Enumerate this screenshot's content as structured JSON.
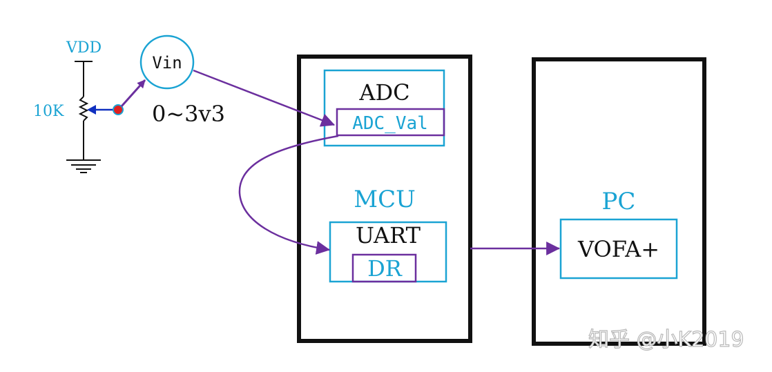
{
  "circuit": {
    "vdd_label": "VDD",
    "resistor_label": "10K",
    "vin_label": "Vin",
    "range_label": "0~3v3"
  },
  "mcu": {
    "title": "MCU",
    "adc": {
      "title": "ADC",
      "register": "ADC_Val"
    },
    "uart": {
      "title": "UART",
      "register": "DR"
    }
  },
  "pc": {
    "title": "PC",
    "app": "VOFA+"
  },
  "watermark": "知乎 @小K2019",
  "colors": {
    "cyan": "#1aa3d3",
    "purple": "#6b2f9e",
    "black": "#111111",
    "red": "#e02020",
    "blue": "#1030c0"
  }
}
